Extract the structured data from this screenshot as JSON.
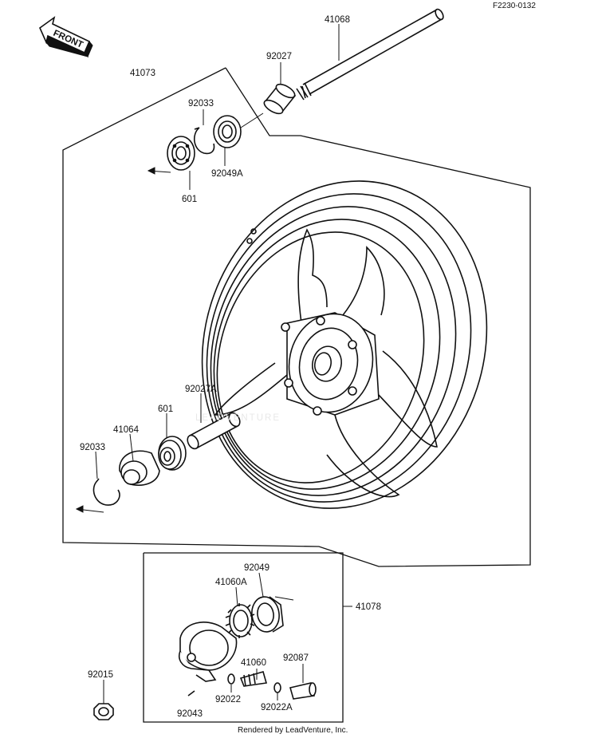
{
  "figure_code": "F2230-0132",
  "front_label": "FRONT",
  "footer": "Rendered by LeadVenture, Inc.",
  "watermark": "LEADVENTURE",
  "parts": {
    "p41068": "41068",
    "p92027": "92027",
    "p41073": "41073",
    "p92033_top": "92033",
    "p92049A": "92049A",
    "p601_top": "601",
    "p92027A": "92027A",
    "p601_bottom": "601",
    "p41064": "41064",
    "p92033_bottom": "92033",
    "p92049": "92049",
    "p41060A": "41060A",
    "p41078": "41078",
    "p41060": "41060",
    "p92087": "92087",
    "p92015": "92015",
    "p92022": "92022",
    "p92022A": "92022A",
    "p92043": "92043"
  }
}
